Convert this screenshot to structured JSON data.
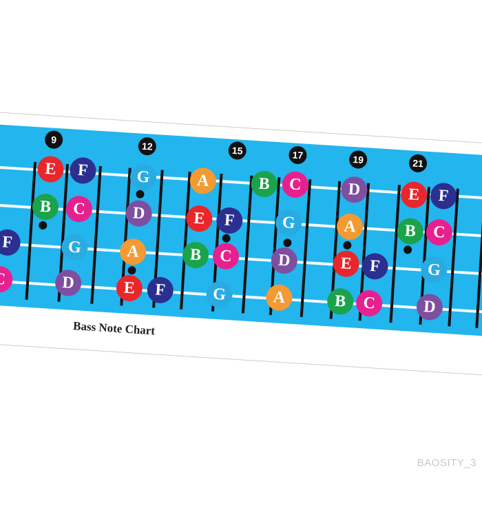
{
  "title": "Bass Note Chart",
  "watermark": "BAOSITY_3",
  "colors": {
    "board": "#22b5ee",
    "E": "#e8262b",
    "F": "#2b2f8f",
    "G": "#29abe2",
    "A": "#f39a32",
    "B": "#1aa34a",
    "C": "#e6218f",
    "D": "#7e4fa0"
  },
  "fret_markers": [
    "9",
    "12",
    "15",
    "17",
    "19",
    "21"
  ],
  "strings": [
    [
      "E",
      "F",
      "G",
      "A",
      "B",
      "C",
      "D",
      "E",
      "F"
    ],
    [
      "B",
      "C",
      "D",
      "E",
      "F",
      "G",
      "A",
      "B",
      "C"
    ],
    [
      "F",
      "G",
      "A",
      "B",
      "C",
      "D",
      "E",
      "F",
      "G"
    ],
    [
      "C",
      "D",
      "E",
      "F",
      "G",
      "A",
      "B",
      "C",
      "D"
    ]
  ]
}
